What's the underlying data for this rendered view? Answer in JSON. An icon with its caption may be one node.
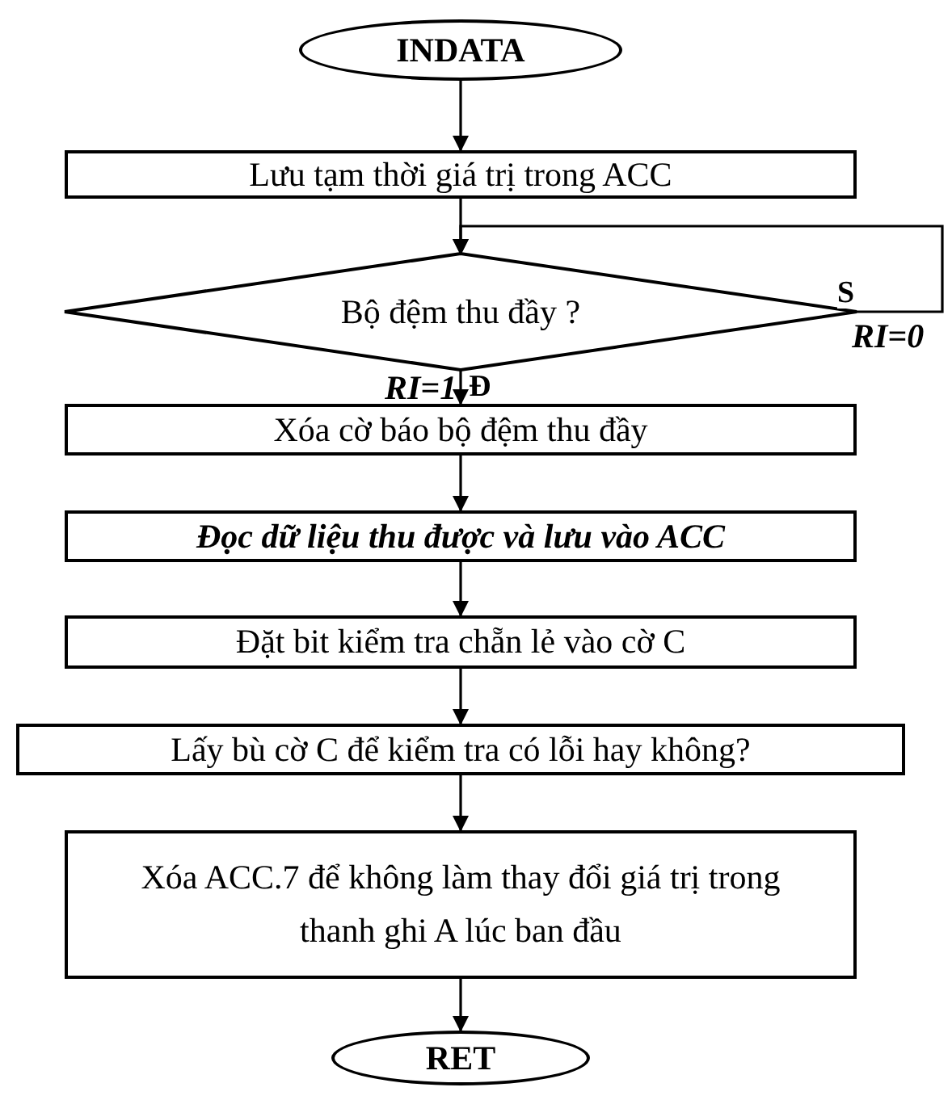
{
  "diagram": {
    "nodes": [
      {
        "text": [
          "INDATA"
        ]
      },
      {
        "text": [
          "Lưu tạm thời giá trị trong ACC"
        ]
      },
      {
        "text": [
          "Bộ đệm thu đầy ?"
        ]
      },
      {
        "text": [
          "Xóa cờ báo bộ đệm thu đầy"
        ]
      },
      {
        "text": [
          "Đọc dữ liệu thu được và lưu vào ACC"
        ]
      },
      {
        "text": [
          "Đặt bit kiểm tra chẵn lẻ vào cờ C"
        ]
      },
      {
        "text": [
          "Lấy bù cờ C để kiểm tra có lỗi hay không?"
        ]
      },
      {
        "text": [
          "Xóa ACC.7 để không làm thay đổi giá trị trong thanh ghi A lúc ban đầu"
        ]
      },
      {
        "text": [
          "RET"
        ]
      }
    ],
    "edges": [
      {
        "from": 0,
        "to": 1,
        "arrow": "to"
      },
      {
        "from": 1,
        "to": 2,
        "arrow": "to"
      },
      {
        "from": 2,
        "to": 3,
        "arrow": "to",
        "label": "Đ"
      },
      {
        "from": 2,
        "to": 2,
        "arrow": "to",
        "label": "S"
      },
      {
        "from": 3,
        "to": 4,
        "arrow": "to"
      },
      {
        "from": 4,
        "to": 5,
        "arrow": "to"
      },
      {
        "from": 5,
        "to": 6,
        "arrow": "to"
      },
      {
        "from": 6,
        "to": 7,
        "arrow": "to"
      },
      {
        "from": 7,
        "to": 8,
        "arrow": "to"
      }
    ],
    "labels": [
      "RI=0",
      "RI=1"
    ]
  }
}
